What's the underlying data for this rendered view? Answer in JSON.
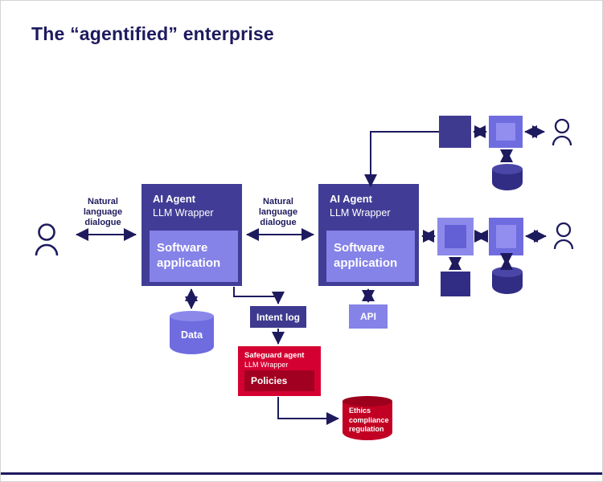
{
  "title": "The “agentified” enterprise",
  "labels": {
    "natural_language_dialogue": "Natural language dialogue"
  },
  "agent_left": {
    "name": "AI Agent",
    "type": "LLM Wrapper",
    "app": "Software application"
  },
  "agent_right": {
    "name": "AI Agent",
    "type": "LLM Wrapper",
    "app": "Software application"
  },
  "data_store": {
    "label": "Data"
  },
  "intent_log": {
    "label": "Intent log"
  },
  "api": {
    "label": "API"
  },
  "safeguard": {
    "name": "Safeguard agent",
    "type": "LLM Wrapper",
    "policies": "Policies"
  },
  "ethics_store": {
    "label": "Ethics compliance regulation"
  },
  "colors": {
    "ink": "#1e1a5e",
    "agent_box": "#413d96",
    "app_box": "#8582e8",
    "periwinkle": "#6f6ce0",
    "dark_indigo": "#312d85",
    "safeguard_red": "#d50032",
    "policies_red": "#a10020",
    "ethics_red": "#c20023"
  }
}
